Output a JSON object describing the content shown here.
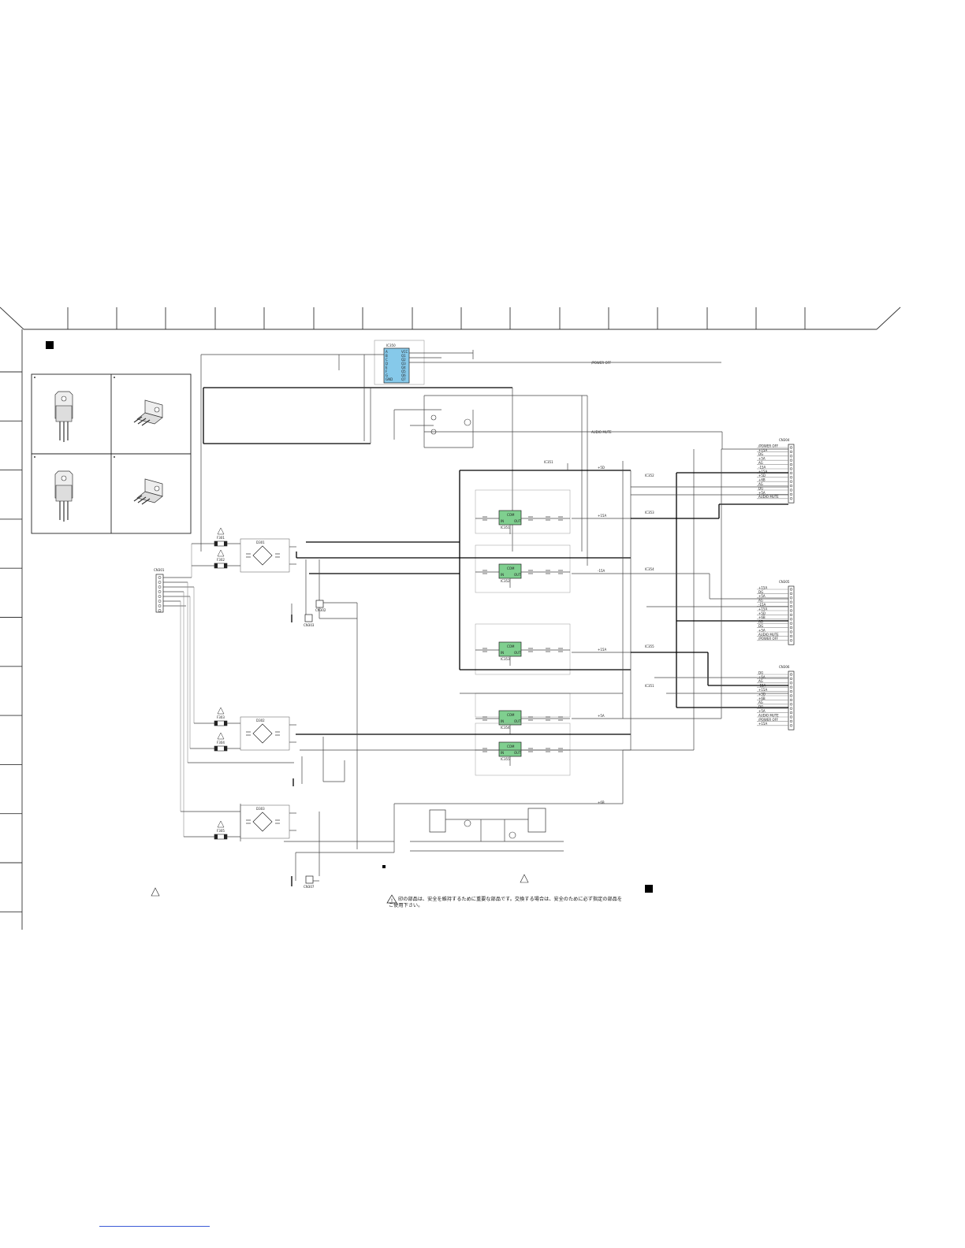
{
  "drawing": {
    "frame_column_count": 17,
    "frame_row_count": 13
  },
  "components": {
    "ic_controller": {
      "ref": "IC350",
      "pins_left": [
        "A",
        "B",
        "C",
        "D",
        "E",
        "F",
        "G",
        "GND"
      ],
      "pins_right": [
        "VCC",
        "Q1",
        "Q2",
        "Q3",
        "Q4",
        "Q5",
        "Q6",
        "Q7"
      ]
    },
    "ic_reg_1": {
      "ref": "IC351",
      "pin_in": "IN",
      "pin_com": "COM",
      "pin_out": "OUT"
    },
    "ic_reg_2": {
      "ref": "IC352",
      "pin_in": "IN",
      "pin_com": "COM",
      "pin_out": "OUT"
    },
    "ic_reg_3": {
      "ref": "IC353",
      "pin_in": "IN",
      "pin_com": "COM",
      "pin_out": "OUT"
    },
    "ic_reg_4": {
      "ref": "IC354",
      "pin_in": "IN",
      "pin_com": "COM",
      "pin_out": "OUT"
    },
    "ic_reg_5": {
      "ref": "IC355",
      "pin_in": "IN",
      "pin_com": "COM",
      "pin_out": "OUT"
    },
    "bridges": [
      "D301",
      "D302",
      "D303"
    ],
    "fuses": [
      "F301",
      "F302",
      "F303",
      "F304",
      "F305"
    ],
    "input_connector": {
      "ref": "CN301",
      "pins": 8
    },
    "output_connectors": [
      {
        "ref": "CN304",
        "pins": 13
      },
      {
        "ref": "CN305",
        "pins": 13
      },
      {
        "ref": "CN306",
        "pins": 13
      }
    ],
    "small_connectors": [
      "CN302",
      "CN303",
      "CN307"
    ]
  },
  "rails": {
    "r1": "+15A",
    "r2": "-15A",
    "r3": "+5A",
    "r4": "+5D",
    "r5": "+6B",
    "r6": "AG",
    "r7": "DG",
    "r8": "/POWER OFF",
    "r9": "AUDIO MUTE"
  },
  "footer_note": {
    "warning_symbol": "⚠",
    "text": "印の部品は、安全を維持するために重要な部品です。交換する場合は、安全のために必ず指定の部品を\nご使用下さい。"
  }
}
